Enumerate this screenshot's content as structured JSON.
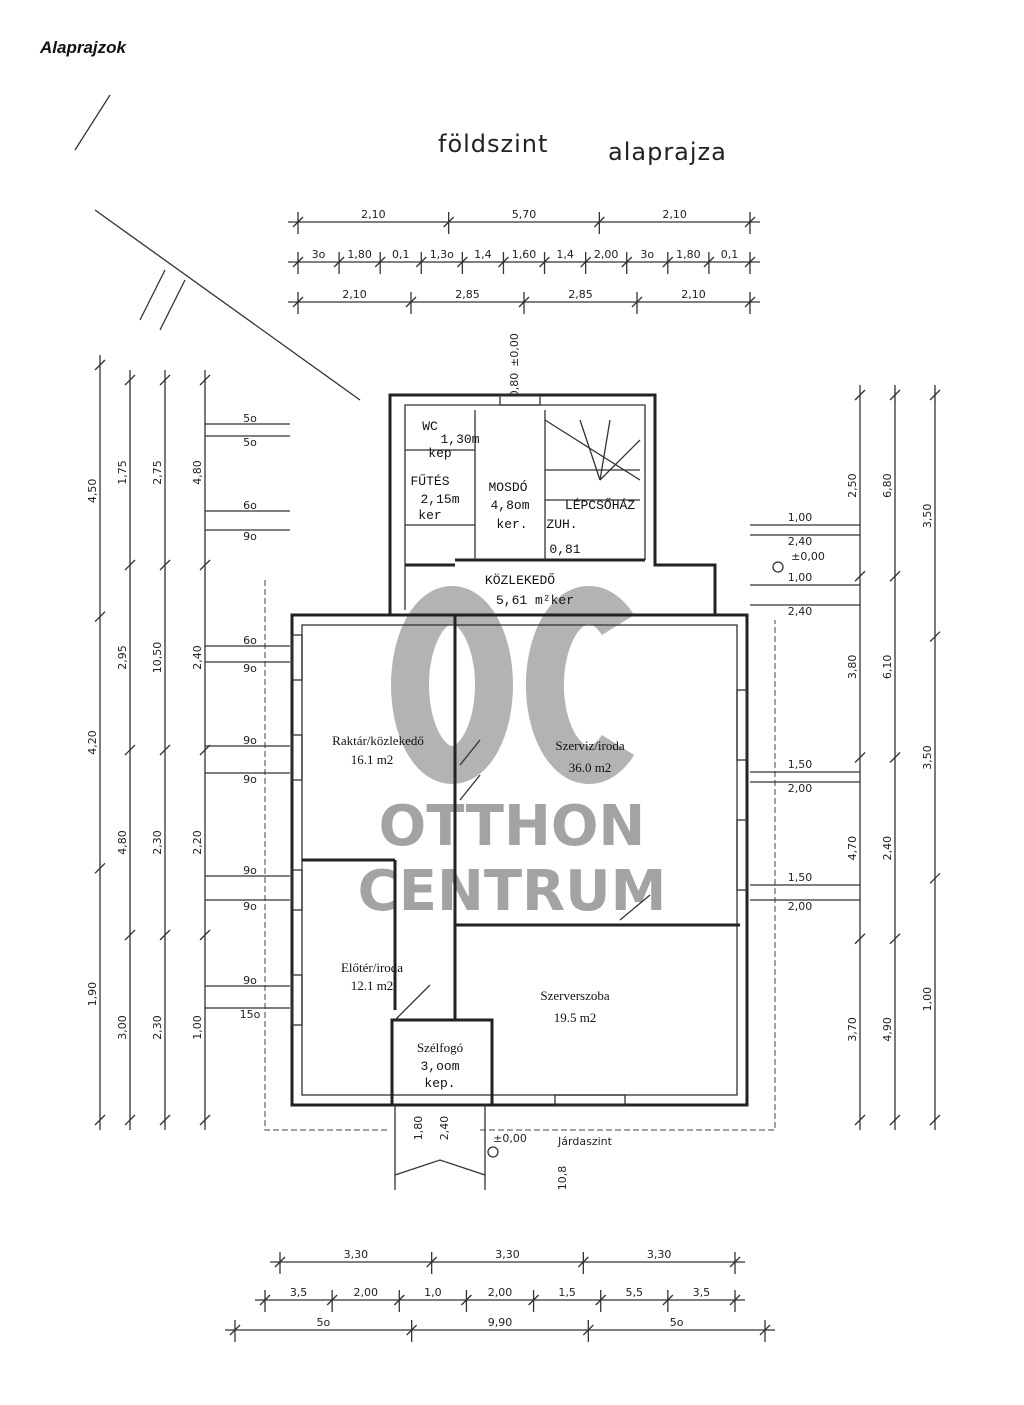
{
  "document": {
    "title": "Alaprajzok"
  },
  "plan": {
    "title_part1": "földszint",
    "title_part2": "alaprajza",
    "rooms": [
      {
        "name": "WC",
        "area": "1,30m",
        "unit": "kep"
      },
      {
        "name": "FŰTÉS",
        "area": "2,15m",
        "unit": "ker"
      },
      {
        "name": "MOSDÓ",
        "area": "4,8om",
        "unit": "ker."
      },
      {
        "name": "LÉPCSŐHÁZ",
        "extra": "ZUH.",
        "extra2": "0,81"
      },
      {
        "name": "KÖZLEKEDŐ",
        "area": "5,61 m²ker"
      },
      {
        "name": "Raktár/közlekedő",
        "area": "16.1 m2"
      },
      {
        "name": "Szerviz/iroda",
        "area": "36.0 m2"
      },
      {
        "name": "Előtér/iroda",
        "area": "12.1 m2"
      },
      {
        "name": "Szerverszoba",
        "area": "19.5 m2"
      },
      {
        "name": "Szélfogó",
        "area": "3,oom",
        "unit": "kep."
      }
    ],
    "levels": {
      "entrance": "±0,00",
      "sidewalk_value": "±0,00",
      "sidewalk": "Járdaszint",
      "side": "±0,00"
    },
    "dims_top": {
      "row1": [
        "2,10",
        "5,70",
        "2,10"
      ],
      "row2": [
        "3o",
        "1,80",
        "0,1",
        "1,3o",
        "1,4",
        "1,60",
        "1,4",
        "2,00",
        "3o",
        "1,80",
        "0,1"
      ],
      "row3": [
        "2,10",
        "2,85",
        "2,85",
        "2,10"
      ]
    },
    "dims_bottom": {
      "row1": [
        "3,30",
        "3,30",
        "3,30"
      ],
      "row2": [
        "3,5",
        "2,00",
        "1,0",
        "2,00",
        "1,5",
        "5,5",
        "3,5"
      ],
      "row3": [
        "5o",
        "9,90",
        "5o"
      ]
    },
    "dims_left": [
      "4,50",
      "4,20",
      "1,90",
      "1,75",
      "2,95",
      "4,80",
      "3,00",
      "2,75",
      "10,50",
      "2,30",
      "2,30",
      "4,80",
      "2,40",
      "2,20",
      "1,00"
    ],
    "dims_left_windows": [
      "5o",
      "5o",
      "6o",
      "9o",
      "6o",
      "9o",
      "9o",
      "9o",
      "9o",
      "9o",
      "9o",
      "15o"
    ],
    "dims_right": [
      "2,50",
      "3,80",
      "4,70",
      "3,70",
      "6,80",
      "6,10",
      "2,40",
      "4,90",
      "3,50",
      "3,50",
      "1,00"
    ],
    "dims_right_windows": [
      "1,00",
      "2,40",
      "1,00",
      "2,40",
      "1,50",
      "2,00",
      "1,50",
      "2,00"
    ],
    "dims_misc": [
      "0,80",
      "1,80",
      "2,40",
      "10,8"
    ]
  },
  "watermark": {
    "logo": "OC",
    "line1": "OTTHON",
    "line2": "CENTRUM"
  }
}
